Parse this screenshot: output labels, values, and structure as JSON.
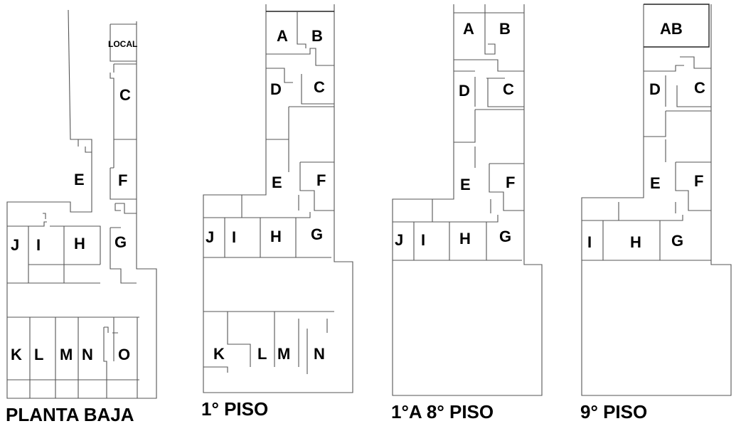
{
  "plans": [
    {
      "title": "PLANTA BAJA",
      "units": [
        "LOCAL",
        "C",
        "E",
        "F",
        "G",
        "J",
        "I",
        "H",
        "K",
        "L",
        "M",
        "N",
        "O"
      ]
    },
    {
      "title": "1°  PISO",
      "units": [
        "A",
        "B",
        "D",
        "C",
        "E",
        "F",
        "J",
        "I",
        "H",
        "G",
        "K",
        "L",
        "M",
        "N"
      ]
    },
    {
      "title": "1°A 8° PISO",
      "units": [
        "A",
        "B",
        "D",
        "C",
        "E",
        "F",
        "J",
        "I",
        "H",
        "G"
      ]
    },
    {
      "title": "9° PISO",
      "units": [
        "AB",
        "D",
        "C",
        "E",
        "F",
        "I",
        "H",
        "G"
      ]
    }
  ]
}
